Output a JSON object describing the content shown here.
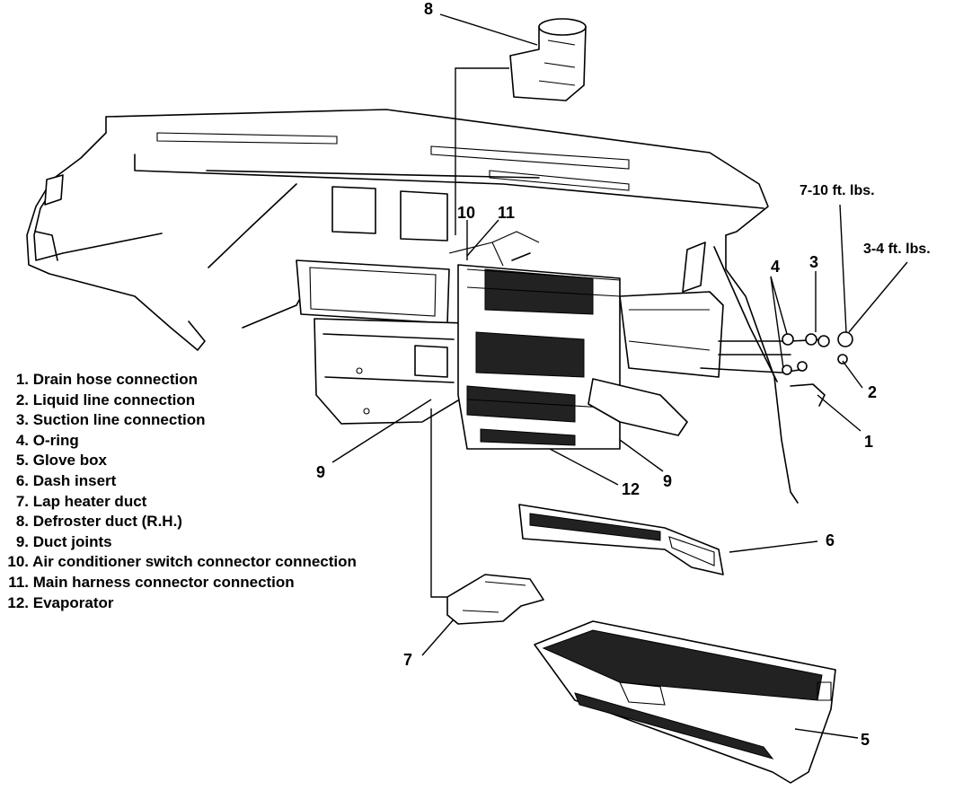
{
  "legend": [
    {
      "num": "1.",
      "text": "Drain hose connection"
    },
    {
      "num": "2.",
      "text": "Liquid line connection"
    },
    {
      "num": "3.",
      "text": "Suction line connection"
    },
    {
      "num": "4.",
      "text": "O-ring"
    },
    {
      "num": "5.",
      "text": "Glove box"
    },
    {
      "num": "6.",
      "text": "Dash insert"
    },
    {
      "num": "7.",
      "text": "Lap heater duct"
    },
    {
      "num": "8.",
      "text": "Defroster duct (R.H.)"
    },
    {
      "num": "9.",
      "text": "Duct joints"
    },
    {
      "num": "10.",
      "text": "Air conditioner switch connector connection"
    },
    {
      "num": "11.",
      "text": "Main harness connector connection"
    },
    {
      "num": "12.",
      "text": "Evaporator"
    }
  ],
  "callouts": {
    "c1": "1",
    "c2": "2",
    "c3": "3",
    "c4": "4",
    "c5": "5",
    "c6": "6",
    "c7": "7",
    "c8": "8",
    "c9a": "9",
    "c9b": "9",
    "c10": "10",
    "c11": "11",
    "c12": "12"
  },
  "torque": {
    "t1": "7-10 ft. lbs.",
    "t2": "3-4 ft. lbs."
  }
}
